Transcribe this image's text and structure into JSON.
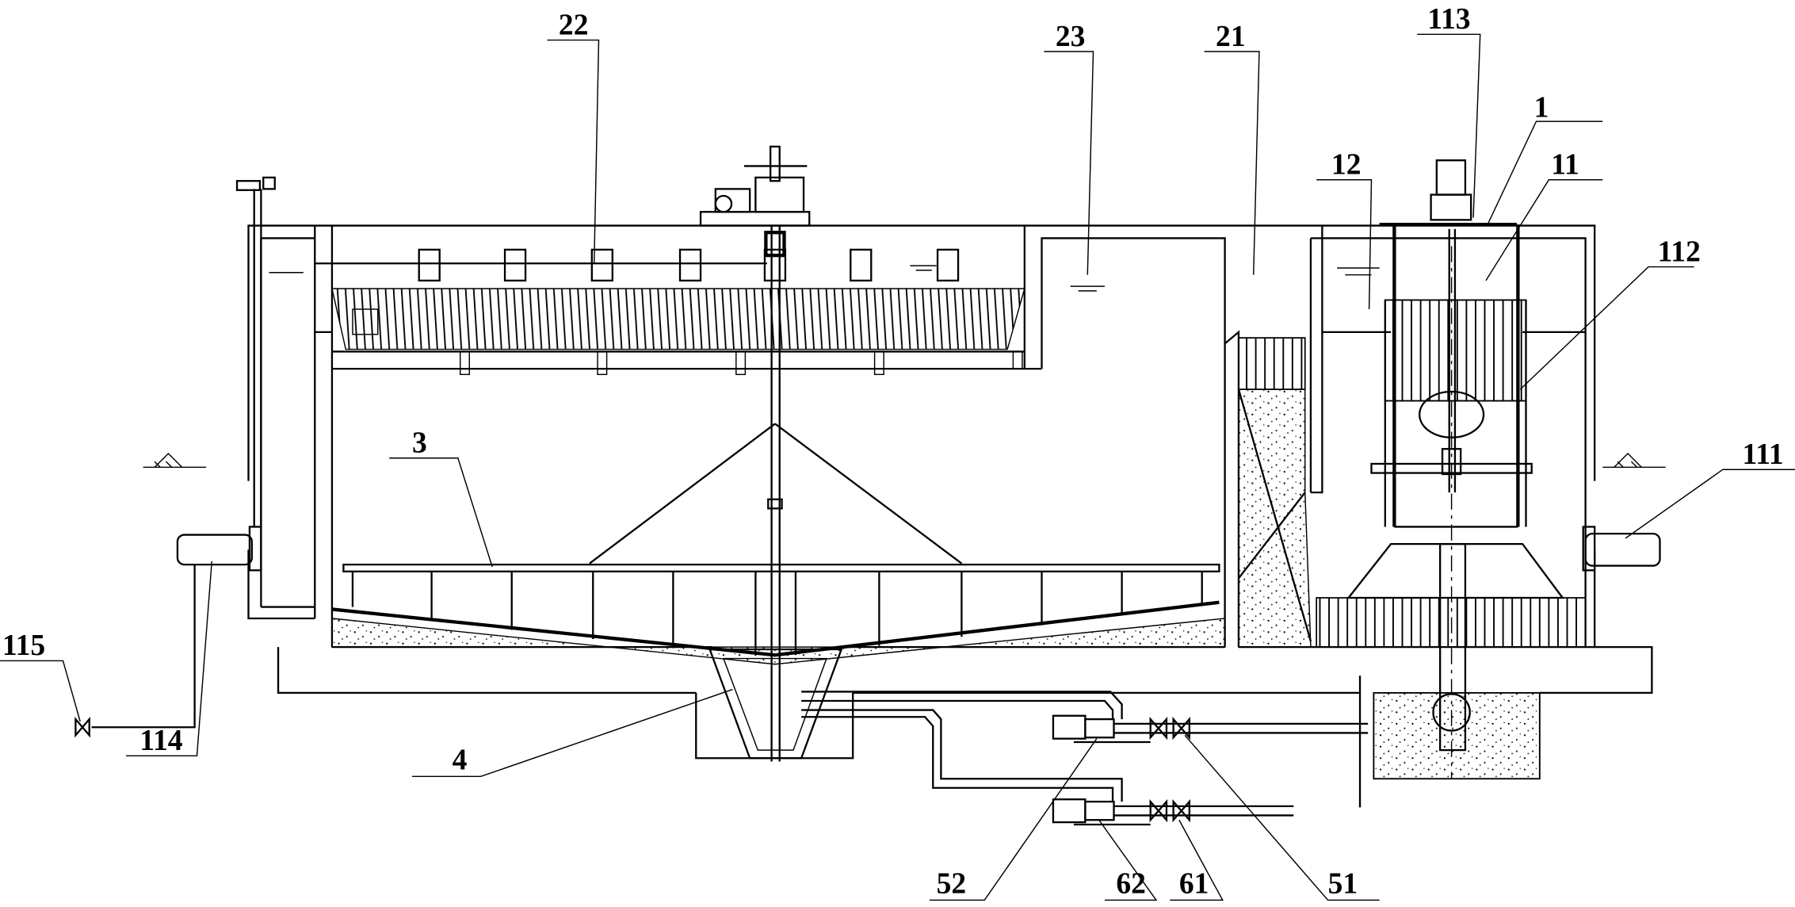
{
  "figure": {
    "type": "cross-section engineering drawing",
    "labels": {
      "l1": "1",
      "l3": "3",
      "l4": "4",
      "l11": "11",
      "l12": "12",
      "l21": "21",
      "l22": "22",
      "l23": "23",
      "l51": "51",
      "l52": "52",
      "l61": "61",
      "l62": "62",
      "l111": "111",
      "l112": "112",
      "l113": "113",
      "l114": "114",
      "l115": "115"
    },
    "colors": {
      "line": "#000000",
      "background": "#ffffff"
    }
  }
}
